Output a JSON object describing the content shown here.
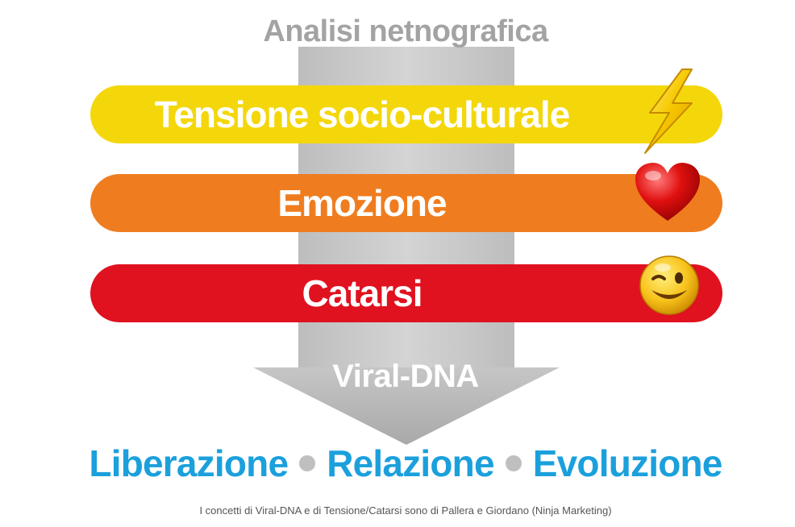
{
  "title": "Analisi netnografica",
  "bars": [
    {
      "label": "Tensione socio-culturale",
      "icon": "lightning-icon"
    },
    {
      "label": "Emozione",
      "icon": "heart-icon"
    },
    {
      "label": "Catarsi",
      "icon": "winking-smiley-icon"
    }
  ],
  "arrow_label": "Viral-DNA",
  "outcomes": [
    "Liberazione",
    "Relazione",
    "Evoluzione"
  ],
  "footnote": "I concetti di Viral-DNA e di Tensione/Catarsi sono di Pallera e Giordano (Ninja Marketing)",
  "colors": {
    "title": "#a3a3a3",
    "arrow": "#c9c9c9",
    "bar_yellow": "#f4d70b",
    "bar_orange": "#ef7d1f",
    "bar_red": "#e0121f",
    "outcomes": "#1ba0dc",
    "separator_dot": "#bfbfbf"
  }
}
